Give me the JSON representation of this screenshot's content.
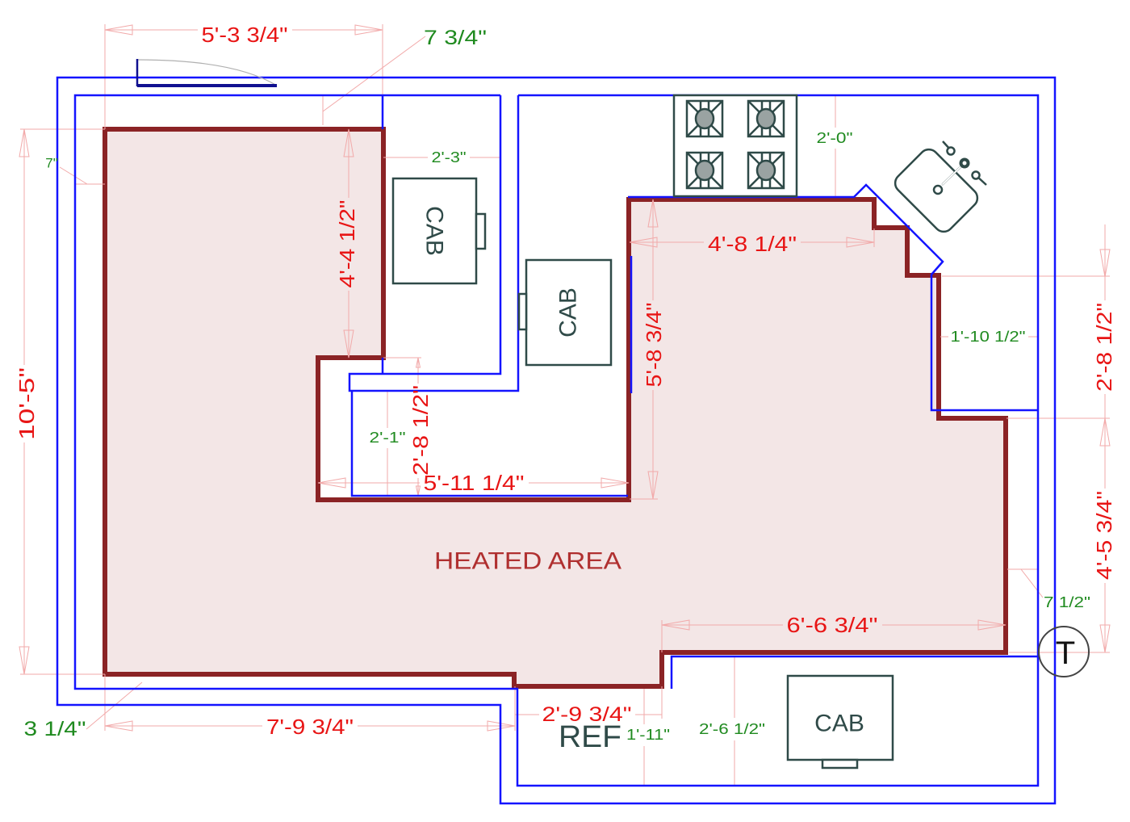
{
  "colors": {
    "wall": "#1414ff",
    "door_panel": "#101090",
    "heated_boundary": "#8b2325",
    "heated_fill": "#f3e6e6",
    "heated_label": "#b03030",
    "dimension_major": "#e81515",
    "dimension_minor": "#1f8a1f",
    "dimension_line": "#f2aaaa",
    "fixture": "#2f4a48"
  },
  "labels": {
    "heated_area": "HEATED AREA",
    "ref": "REF",
    "cab_upper_left": "CAB",
    "cab_center": "CAB",
    "cab_bottom": "CAB",
    "thermostat": "T"
  },
  "fixtures": {
    "stove": {
      "icon": "cooktop-icon",
      "burners": 4
    },
    "sink": {
      "icon": "sink-icon"
    },
    "door": {
      "icon": "door-swing-icon"
    },
    "thermostat": {
      "icon": "thermostat-icon"
    }
  },
  "dimensions": {
    "top_width": "5'-3 3/4\"",
    "top_wall_offset": "7 3/4\"",
    "left_wall_offset": "7\"",
    "left_height": "10'-5\"",
    "upper_cab_clearance": "2'-3\"",
    "upper_left_height": "4'-4 1/2\"",
    "stove_clearance": "2'-0\"",
    "upper_right_width": "4'-8 1/4\"",
    "center_height": "5'-8 3/4\"",
    "sink_clearance": "1'-10 1/2\"",
    "right_upper_height": "2'-8 1/2\"",
    "notch_clearance": "2'-1\"",
    "notch_height": "2'-8 1/2\"",
    "notch_width": "5'-11 1/4\"",
    "right_lower_height": "4'-5 3/4\"",
    "right_wall_offset": "7 1/2\"",
    "lower_right_width": "6'-6 3/4\"",
    "bottom_wall_offset": "3 1/4\"",
    "bottom_width": "7'-9 3/4\"",
    "step_width": "2'-9 3/4\"",
    "ref_clearance": "1'-11\"",
    "bottom_cab_clearance": "2'-6 1/2\""
  }
}
